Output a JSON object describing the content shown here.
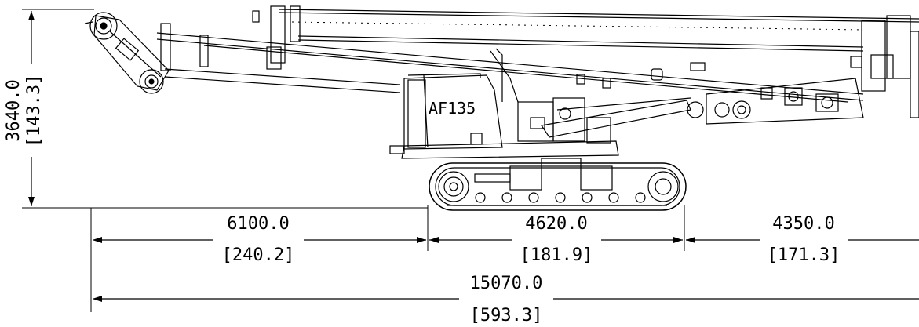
{
  "model": "AF135",
  "colors": {
    "line": "#000000",
    "background": "#ffffff"
  },
  "dimensions": {
    "height": {
      "mm": "3640.0",
      "in": "[143.3]"
    },
    "rear_overhang": {
      "mm": "6100.0",
      "in": "[240.2]"
    },
    "track_length": {
      "mm": "4620.0",
      "in": "[181.9]"
    },
    "front_overhang": {
      "mm": "4350.0",
      "in": "[171.3]"
    },
    "overall_length": {
      "mm": "15070.0",
      "in": "[593.3]"
    }
  }
}
